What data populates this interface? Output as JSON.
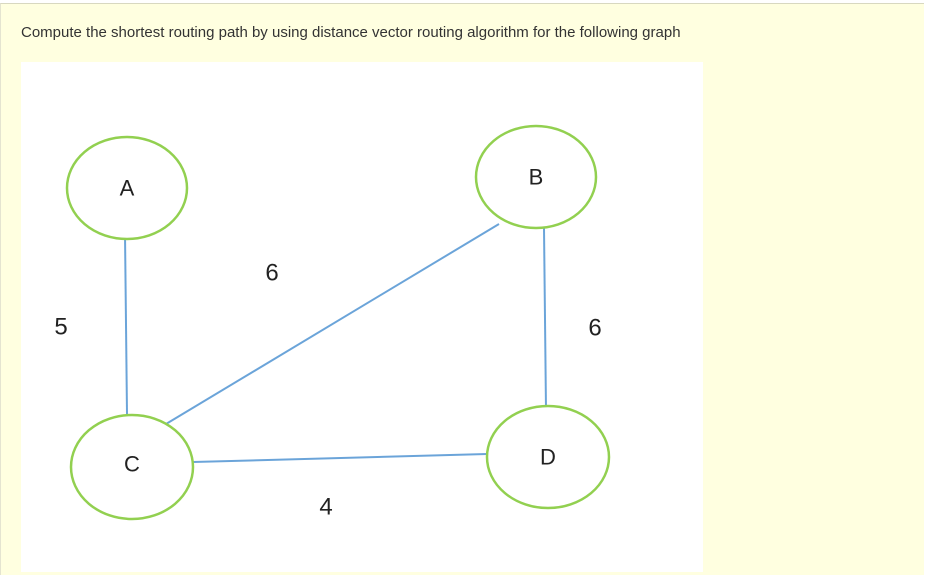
{
  "question": "Compute the shortest routing path by using distance vector routing algorithm for the following graph",
  "graph": {
    "nodes": [
      {
        "id": "A",
        "label": "A"
      },
      {
        "id": "B",
        "label": "B"
      },
      {
        "id": "C",
        "label": "C"
      },
      {
        "id": "D",
        "label": "D"
      }
    ],
    "edges": [
      {
        "from": "A",
        "to": "C",
        "weight": "5"
      },
      {
        "from": "C",
        "to": "B",
        "weight": "6"
      },
      {
        "from": "B",
        "to": "D",
        "weight": "6"
      },
      {
        "from": "C",
        "to": "D",
        "weight": "4"
      }
    ],
    "colors": {
      "node_stroke": "#92d050",
      "edge": "#5b9bd5",
      "panel_background": "#ffffe0"
    }
  }
}
